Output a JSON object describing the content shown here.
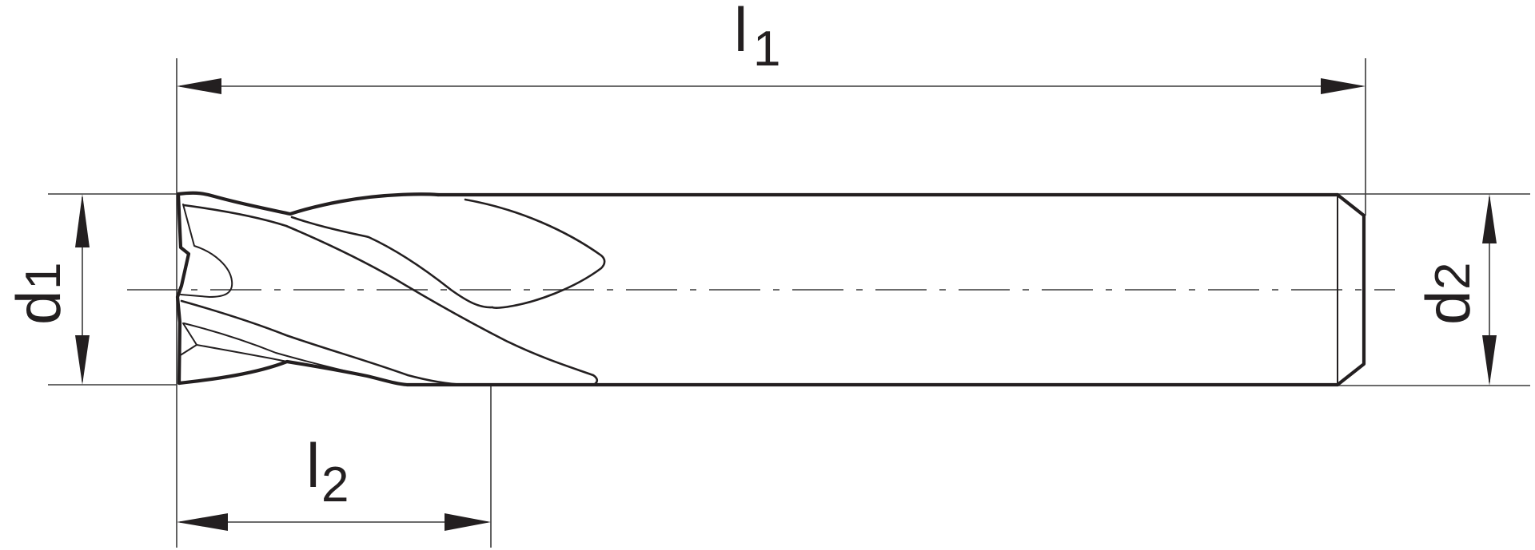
{
  "drawing": {
    "subject": "End mill (3-flute cutter) technical side-view drawing",
    "line_color": "#231f20",
    "background": "#ffffff"
  },
  "dimensions": {
    "l1": {
      "symbol": "l",
      "subscript": "1",
      "meaning": "overall length"
    },
    "l2": {
      "symbol": "l",
      "subscript": "2",
      "meaning": "cutting length"
    },
    "d1": {
      "symbol": "d",
      "subscript": "1",
      "meaning": "cutting diameter"
    },
    "d2": {
      "symbol": "d",
      "subscript": "2",
      "meaning": "shank diameter"
    }
  }
}
